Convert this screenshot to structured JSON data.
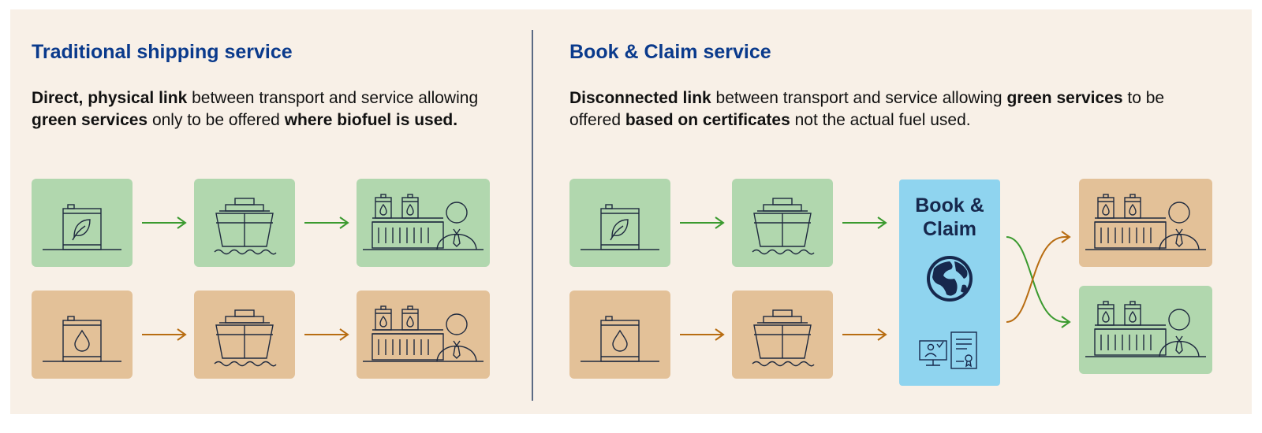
{
  "left": {
    "title": "Traditional shipping service",
    "desc": {
      "p1": "Direct, physical link",
      "p2": " between transport and service allowing ",
      "p3": "green services",
      "p4": " only to be offered ",
      "p5": "where biofuel is used."
    }
  },
  "right": {
    "title": "Book & Claim service",
    "desc": {
      "p1": "Disconnected link",
      "p2": " between transport and service allowing ",
      "p3": "green services",
      "p4": " to be offered ",
      "p5": "based on certificates",
      "p6": " not the actual fuel used."
    },
    "center": {
      "label": "Book & Claim"
    }
  },
  "icons": {
    "biofuel_drum": "leaf-drum-icon",
    "fossil_drum": "oil-drop-drum-icon",
    "ship": "cargo-ship-icon",
    "customer": "barrels-and-customer-icon",
    "globe": "globe-icon",
    "certificate": "certificate-icon",
    "computer": "computer-approval-icon"
  },
  "colors": {
    "green_box": "#b1d7ae",
    "tan_box": "#e3c198",
    "green_arrow": "#3b9a2f",
    "orange_arrow": "#b86d12",
    "book_claim_box": "#8fd4ef",
    "title_blue": "#0a3a8c"
  }
}
